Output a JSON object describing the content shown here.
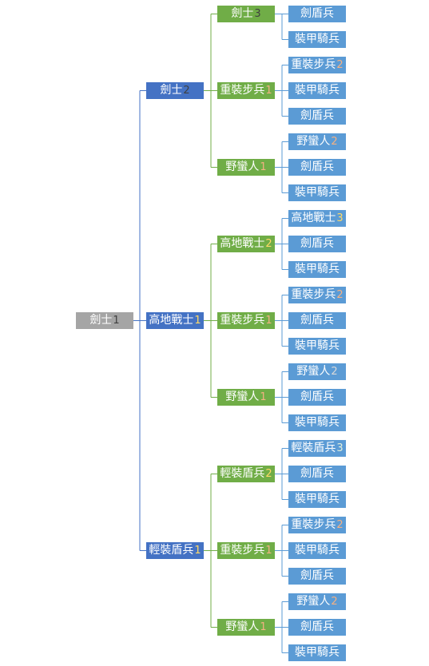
{
  "colors": {
    "root_fill": "#a5a5a5",
    "level1_fill": "#4472c4",
    "level2_fill": "#70ad47",
    "level3_fill": "#5b9bd5",
    "connector_level1": "#4472c4",
    "connector_level2": "#70ad47",
    "connector_level3": "#5b9bd5",
    "badge_yellow": "#ffd966",
    "badge_orange": "#f4b183",
    "badge_dark": "#404040"
  },
  "tree": {
    "root": {
      "label": "劍士",
      "num": "1",
      "num_color": "dark"
    },
    "level1": [
      {
        "label": "劍士",
        "num": "2",
        "num_color": "dark",
        "children": [
          {
            "label": "劍士",
            "num": "3",
            "num_color": "dark",
            "leaves": [
              {
                "label": "劍盾兵",
                "num": "",
                "num_color": ""
              },
              {
                "label": "裝甲騎兵",
                "num": "",
                "num_color": ""
              }
            ]
          },
          {
            "label": "重裝步兵",
            "num": "1",
            "num_color": "orange",
            "leaves": [
              {
                "label": "重裝步兵",
                "num": "2",
                "num_color": "orange"
              },
              {
                "label": "裝甲騎兵",
                "num": "",
                "num_color": ""
              },
              {
                "label": "劍盾兵",
                "num": "",
                "num_color": ""
              }
            ]
          },
          {
            "label": "野蠻人",
            "num": "1",
            "num_color": "orange",
            "leaves": [
              {
                "label": "野蠻人",
                "num": "2",
                "num_color": "orange"
              },
              {
                "label": "劍盾兵",
                "num": "",
                "num_color": ""
              },
              {
                "label": "裝甲騎兵",
                "num": "",
                "num_color": ""
              }
            ]
          }
        ]
      },
      {
        "label": "高地戰士",
        "num": "1",
        "num_color": "yellow",
        "children": [
          {
            "label": "高地戰士",
            "num": "2",
            "num_color": "yellow",
            "leaves": [
              {
                "label": "高地戰士",
                "num": "3",
                "num_color": "yellow"
              },
              {
                "label": "劍盾兵",
                "num": "",
                "num_color": ""
              },
              {
                "label": "裝甲騎兵",
                "num": "",
                "num_color": ""
              }
            ]
          },
          {
            "label": "重裝步兵",
            "num": "1",
            "num_color": "orange",
            "leaves": [
              {
                "label": "重裝步兵",
                "num": "2",
                "num_color": "orange"
              },
              {
                "label": "劍盾兵",
                "num": "",
                "num_color": ""
              },
              {
                "label": "裝甲騎兵",
                "num": "",
                "num_color": ""
              }
            ]
          },
          {
            "label": "野蠻人",
            "num": "1",
            "num_color": "orange",
            "leaves": [
              {
                "label": "野蠻人",
                "num": "2",
                "num_color": "grey"
              },
              {
                "label": "劍盾兵",
                "num": "",
                "num_color": ""
              },
              {
                "label": "裝甲騎兵",
                "num": "",
                "num_color": ""
              }
            ]
          }
        ]
      },
      {
        "label": "輕裝盾兵",
        "num": "1",
        "num_color": "yellow",
        "children": [
          {
            "label": "輕裝盾兵",
            "num": "2",
            "num_color": "yellow",
            "leaves": [
              {
                "label": "輕裝盾兵",
                "num": "3",
                "num_color": "dim"
              },
              {
                "label": "劍盾兵",
                "num": "",
                "num_color": ""
              },
              {
                "label": "裝甲騎兵",
                "num": "",
                "num_color": ""
              }
            ]
          },
          {
            "label": "重裝步兵",
            "num": "1",
            "num_color": "orange",
            "leaves": [
              {
                "label": "重裝步兵",
                "num": "2",
                "num_color": "orange"
              },
              {
                "label": "裝甲騎兵",
                "num": "",
                "num_color": ""
              },
              {
                "label": "劍盾兵",
                "num": "",
                "num_color": ""
              }
            ]
          },
          {
            "label": "野蠻人",
            "num": "1",
            "num_color": "orange",
            "leaves": [
              {
                "label": "野蠻人",
                "num": "2",
                "num_color": "orange"
              },
              {
                "label": "劍盾兵",
                "num": "",
                "num_color": ""
              },
              {
                "label": "裝甲騎兵",
                "num": "",
                "num_color": ""
              }
            ]
          }
        ]
      }
    ]
  }
}
